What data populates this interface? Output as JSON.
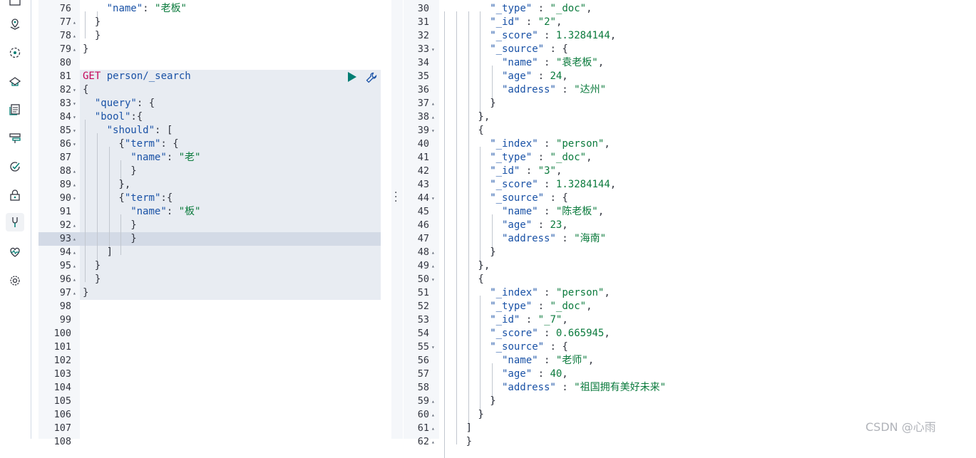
{
  "sidebar": {
    "items": [
      {
        "icon": "discover-icon",
        "active": false
      },
      {
        "icon": "maps-icon",
        "active": false
      },
      {
        "icon": "ml-icon",
        "active": false
      },
      {
        "icon": "infrastructure-icon",
        "active": false
      },
      {
        "icon": "logs-icon",
        "active": false
      },
      {
        "icon": "apm-icon",
        "active": false
      },
      {
        "icon": "uptime-icon",
        "active": false
      },
      {
        "icon": "siem-icon",
        "active": false
      },
      {
        "icon": "dev-tools-icon",
        "active": true
      },
      {
        "icon": "monitoring-icon",
        "active": false
      },
      {
        "icon": "management-icon",
        "active": false
      }
    ]
  },
  "request_editor": {
    "lines": [
      {
        "n": "76",
        "fold": "",
        "guides": 2,
        "tokens": [
          [
            "k",
            "\"name\""
          ],
          [
            "",
            "': '"
          ],
          [
            "s",
            "\"老板\""
          ]
        ]
      },
      {
        "n": "77",
        "fold": "▴",
        "guides": 1,
        "tokens": [
          [
            "",
            "}"
          ]
        ]
      },
      {
        "n": "78",
        "fold": "▴",
        "guides": 0,
        "tokens": [
          [
            "",
            "  }"
          ]
        ]
      },
      {
        "n": "79",
        "fold": "▴",
        "guides": 0,
        "tokens": [
          [
            "",
            "}"
          ]
        ]
      },
      {
        "n": "80",
        "fold": "",
        "guides": 0,
        "tokens": []
      },
      {
        "n": "81",
        "fold": "",
        "guides": 0,
        "tokens": [
          [
            "m",
            "GET"
          ],
          [
            "",
            " "
          ],
          [
            "k",
            "person/_search"
          ]
        ]
      },
      {
        "n": "82",
        "fold": "▾",
        "guides": 0,
        "tokens": [
          [
            "",
            "{"
          ]
        ]
      },
      {
        "n": "83",
        "fold": "▾",
        "guides": 0,
        "tokens": [
          [
            "",
            "  "
          ],
          [
            "k",
            "\"query\""
          ],
          [
            "",
            ": {"
          ]
        ]
      },
      {
        "n": "84",
        "fold": "▾",
        "guides": 1,
        "tokens": [
          [
            "k",
            "\"bool\""
          ],
          [
            "",
            ":{"
          ]
        ]
      },
      {
        "n": "85",
        "fold": "▾",
        "guides": 2,
        "tokens": [
          [
            "k",
            "\"should\""
          ],
          [
            "",
            ": ["
          ]
        ]
      },
      {
        "n": "86",
        "fold": "▾",
        "guides": 3,
        "tokens": [
          [
            "",
            "{"
          ],
          [
            "k",
            "\"term\""
          ],
          [
            "",
            ": {"
          ]
        ]
      },
      {
        "n": "87",
        "fold": "",
        "guides": 4,
        "tokens": [
          [
            "k",
            "\"name\""
          ],
          [
            "",
            ": "
          ],
          [
            "s",
            "\"老\""
          ]
        ]
      },
      {
        "n": "88",
        "fold": "▴",
        "guides": 4,
        "tokens": [
          [
            "",
            "}"
          ]
        ]
      },
      {
        "n": "89",
        "fold": "▴",
        "guides": 3,
        "tokens": [
          [
            "",
            "},"
          ]
        ]
      },
      {
        "n": "90",
        "fold": "▾",
        "guides": 3,
        "tokens": [
          [
            "",
            "{"
          ],
          [
            "k",
            "\"term\""
          ],
          [
            "",
            ":{"
          ]
        ]
      },
      {
        "n": "91",
        "fold": "",
        "guides": 4,
        "tokens": [
          [
            "k",
            "\"name\""
          ],
          [
            "",
            ": "
          ],
          [
            "s",
            "\"板\""
          ]
        ]
      },
      {
        "n": "92",
        "fold": "▴",
        "guides": 4,
        "tokens": [
          [
            "",
            "}"
          ]
        ]
      },
      {
        "n": "93",
        "fold": "▴",
        "guides": 4,
        "tokens": [
          [
            "",
            "}"
          ]
        ]
      },
      {
        "n": "94",
        "fold": "▴",
        "guides": 2,
        "tokens": [
          [
            "",
            "]"
          ]
        ]
      },
      {
        "n": "95",
        "fold": "▴",
        "guides": 1,
        "tokens": [
          [
            "",
            "}"
          ]
        ]
      },
      {
        "n": "96",
        "fold": "▴",
        "guides": 0,
        "tokens": [
          [
            "",
            "  }"
          ]
        ]
      },
      {
        "n": "97",
        "fold": "▴",
        "guides": 0,
        "tokens": [
          [
            "",
            "}"
          ]
        ]
      },
      {
        "n": "98",
        "fold": "",
        "guides": 0,
        "tokens": []
      },
      {
        "n": "99",
        "fold": "",
        "guides": 0,
        "tokens": []
      },
      {
        "n": "100",
        "fold": "",
        "guides": 0,
        "tokens": []
      },
      {
        "n": "101",
        "fold": "",
        "guides": 0,
        "tokens": []
      },
      {
        "n": "102",
        "fold": "",
        "guides": 0,
        "tokens": []
      },
      {
        "n": "103",
        "fold": "",
        "guides": 0,
        "tokens": []
      },
      {
        "n": "104",
        "fold": "",
        "guides": 0,
        "tokens": []
      },
      {
        "n": "105",
        "fold": "",
        "guides": 0,
        "tokens": []
      },
      {
        "n": "106",
        "fold": "",
        "guides": 0,
        "tokens": []
      },
      {
        "n": "107",
        "fold": "",
        "guides": 0,
        "tokens": []
      },
      {
        "n": "108",
        "fold": "",
        "guides": 0,
        "tokens": []
      }
    ]
  },
  "response_viewer": {
    "lines": [
      {
        "n": "30",
        "fold": "",
        "guides": 3,
        "tokens": [
          [
            "k",
            "\"_type\""
          ],
          [
            "",
            " : "
          ],
          [
            "s",
            "\"_doc\""
          ],
          [
            "",
            ","
          ]
        ]
      },
      {
        "n": "31",
        "fold": "",
        "guides": 3,
        "tokens": [
          [
            "k",
            "\"_id\""
          ],
          [
            "",
            " : "
          ],
          [
            "s",
            "\"2\""
          ],
          [
            "",
            ","
          ]
        ]
      },
      {
        "n": "32",
        "fold": "",
        "guides": 3,
        "tokens": [
          [
            "k",
            "\"_score\""
          ],
          [
            "",
            " : "
          ],
          [
            "n",
            "1.3284144"
          ],
          [
            "",
            ","
          ]
        ]
      },
      {
        "n": "33",
        "fold": "▾",
        "guides": 3,
        "tokens": [
          [
            "k",
            "\"_source\""
          ],
          [
            "",
            " : {"
          ]
        ]
      },
      {
        "n": "34",
        "fold": "",
        "guides": 4,
        "tokens": [
          [
            "k",
            "\"name\""
          ],
          [
            "",
            " : "
          ],
          [
            "s",
            "\"袁老板\""
          ],
          [
            "",
            ","
          ]
        ]
      },
      {
        "n": "35",
        "fold": "",
        "guides": 4,
        "tokens": [
          [
            "k",
            "\"age\""
          ],
          [
            "",
            " : "
          ],
          [
            "n",
            "24"
          ],
          [
            "",
            ","
          ]
        ]
      },
      {
        "n": "36",
        "fold": "",
        "guides": 4,
        "tokens": [
          [
            "k",
            "\"address\""
          ],
          [
            "",
            " : "
          ],
          [
            "s",
            "\"达州\""
          ]
        ]
      },
      {
        "n": "37",
        "fold": "▴",
        "guides": 3,
        "tokens": [
          [
            "",
            "}"
          ]
        ]
      },
      {
        "n": "38",
        "fold": "▴",
        "guides": 2,
        "tokens": [
          [
            "",
            "},"
          ]
        ]
      },
      {
        "n": "39",
        "fold": "▾",
        "guides": 2,
        "tokens": [
          [
            "",
            "{"
          ]
        ]
      },
      {
        "n": "40",
        "fold": "",
        "guides": 3,
        "tokens": [
          [
            "k",
            "\"_index\""
          ],
          [
            "",
            " : "
          ],
          [
            "s",
            "\"person\""
          ],
          [
            "",
            ","
          ]
        ]
      },
      {
        "n": "41",
        "fold": "",
        "guides": 3,
        "tokens": [
          [
            "k",
            "\"_type\""
          ],
          [
            "",
            " : "
          ],
          [
            "s",
            "\"_doc\""
          ],
          [
            "",
            ","
          ]
        ]
      },
      {
        "n": "42",
        "fold": "",
        "guides": 3,
        "tokens": [
          [
            "k",
            "\"_id\""
          ],
          [
            "",
            " : "
          ],
          [
            "s",
            "\"3\""
          ],
          [
            "",
            ","
          ]
        ]
      },
      {
        "n": "43",
        "fold": "",
        "guides": 3,
        "tokens": [
          [
            "k",
            "\"_score\""
          ],
          [
            "",
            " : "
          ],
          [
            "n",
            "1.3284144"
          ],
          [
            "",
            ","
          ]
        ]
      },
      {
        "n": "44",
        "fold": "▾",
        "guides": 3,
        "tokens": [
          [
            "k",
            "\"_source\""
          ],
          [
            "",
            " : {"
          ]
        ]
      },
      {
        "n": "45",
        "fold": "",
        "guides": 4,
        "tokens": [
          [
            "k",
            "\"name\""
          ],
          [
            "",
            " : "
          ],
          [
            "s",
            "\"陈老板\""
          ],
          [
            "",
            ","
          ]
        ]
      },
      {
        "n": "46",
        "fold": "",
        "guides": 4,
        "tokens": [
          [
            "k",
            "\"age\""
          ],
          [
            "",
            " : "
          ],
          [
            "n",
            "23"
          ],
          [
            "",
            ","
          ]
        ]
      },
      {
        "n": "47",
        "fold": "",
        "guides": 4,
        "tokens": [
          [
            "k",
            "\"address\""
          ],
          [
            "",
            " : "
          ],
          [
            "s",
            "\"海南\""
          ]
        ]
      },
      {
        "n": "48",
        "fold": "▴",
        "guides": 3,
        "tokens": [
          [
            "",
            "}"
          ]
        ]
      },
      {
        "n": "49",
        "fold": "▴",
        "guides": 2,
        "tokens": [
          [
            "",
            "},"
          ]
        ]
      },
      {
        "n": "50",
        "fold": "▾",
        "guides": 2,
        "tokens": [
          [
            "",
            "{"
          ]
        ]
      },
      {
        "n": "51",
        "fold": "",
        "guides": 3,
        "tokens": [
          [
            "k",
            "\"_index\""
          ],
          [
            "",
            " : "
          ],
          [
            "s",
            "\"person\""
          ],
          [
            "",
            ","
          ]
        ]
      },
      {
        "n": "52",
        "fold": "",
        "guides": 3,
        "tokens": [
          [
            "k",
            "\"_type\""
          ],
          [
            "",
            " : "
          ],
          [
            "s",
            "\"_doc\""
          ],
          [
            "",
            ","
          ]
        ]
      },
      {
        "n": "53",
        "fold": "",
        "guides": 3,
        "tokens": [
          [
            "k",
            "\"_id\""
          ],
          [
            "",
            " : "
          ],
          [
            "s",
            "\"_7\""
          ],
          [
            "",
            ","
          ]
        ]
      },
      {
        "n": "54",
        "fold": "",
        "guides": 3,
        "tokens": [
          [
            "k",
            "\"_score\""
          ],
          [
            "",
            " : "
          ],
          [
            "n",
            "0.665945"
          ],
          [
            "",
            ","
          ]
        ]
      },
      {
        "n": "55",
        "fold": "▾",
        "guides": 3,
        "tokens": [
          [
            "k",
            "\"_source\""
          ],
          [
            "",
            " : {"
          ]
        ]
      },
      {
        "n": "56",
        "fold": "",
        "guides": 4,
        "tokens": [
          [
            "k",
            "\"name\""
          ],
          [
            "",
            " : "
          ],
          [
            "s",
            "\"老师\""
          ],
          [
            "",
            ","
          ]
        ]
      },
      {
        "n": "57",
        "fold": "",
        "guides": 4,
        "tokens": [
          [
            "k",
            "\"age\""
          ],
          [
            "",
            " : "
          ],
          [
            "n",
            "40"
          ],
          [
            "",
            ","
          ]
        ]
      },
      {
        "n": "58",
        "fold": "",
        "guides": 4,
        "tokens": [
          [
            "k",
            "\"address\""
          ],
          [
            "",
            " : "
          ],
          [
            "s",
            "\"祖国拥有美好未来\""
          ]
        ]
      },
      {
        "n": "59",
        "fold": "▴",
        "guides": 3,
        "tokens": [
          [
            "",
            "}"
          ]
        ]
      },
      {
        "n": "60",
        "fold": "▴",
        "guides": 2,
        "tokens": [
          [
            "",
            "}"
          ]
        ]
      },
      {
        "n": "61",
        "fold": "▴",
        "guides": 1,
        "tokens": [
          [
            "",
            "]"
          ]
        ]
      },
      {
        "n": "62",
        "fold": "▴",
        "guides": 0,
        "tokens": [
          [
            "",
            "  }"
          ]
        ]
      }
    ]
  },
  "actions": {
    "play_icon": "play-icon",
    "wrench_icon": "wrench-icon"
  },
  "colors": {
    "key": "#1a52a6",
    "string": "#0a7a3c",
    "method": "#c4065a",
    "play": "#017d73"
  },
  "watermark": "CSDN @心雨"
}
